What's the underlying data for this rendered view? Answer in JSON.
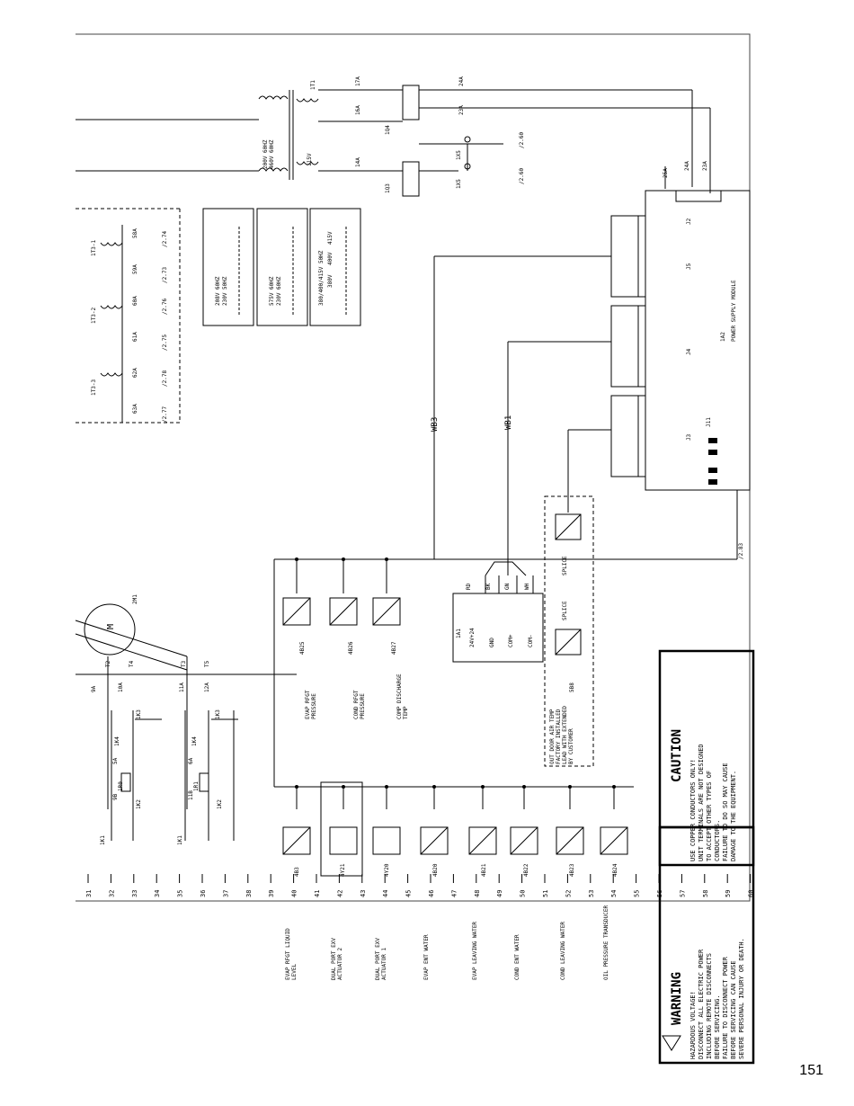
{
  "page_number": "151",
  "ruler_ticks": [
    "31",
    "32",
    "33",
    "34",
    "35",
    "36",
    "37",
    "38",
    "39",
    "40",
    "41",
    "42",
    "43",
    "44",
    "45",
    "46",
    "47",
    "48",
    "49",
    "50",
    "51",
    "52",
    "53",
    "54",
    "55",
    "56",
    "57",
    "58",
    "59",
    "60"
  ],
  "caution": {
    "title": "CAUTION",
    "lines": [
      "USE COPPER CONDUCTORS ONLY!",
      "UNIT TERMINALS ARE NOT DESIGNED",
      "TO ACCEPT OTHER TYPES OF",
      "CONDUCTORS.",
      "FAILURE TO DO SO MAY CAUSE",
      "DAMAGE TO THE EQUIPMENT."
    ]
  },
  "warning": {
    "title": "WARNING",
    "lines": [
      "HAZARDOUS VOLTAGE!",
      "DISCONNECT ALL ELECTRIC POWER",
      "INCLUDING REMOTE DISCONNECTS",
      "BEFORE SERVICING.",
      "FAILURE TO DISCONNECT POWER",
      "BEFORE SERVICING CAN CAUSE",
      "SEVERE PERSONAL INJURY OR DEATH."
    ]
  },
  "sensors": [
    {
      "label": "EVAP RFGT LIQUID",
      "label2": "LEVEL",
      "tag": "4B3"
    },
    {
      "label": "DUAL PORT EXV",
      "label2": "ACTUATOR 2",
      "tag": "4Y21"
    },
    {
      "label": "DUAL PORT EXV",
      "label2": "ACTUATOR 1",
      "tag": "4Y20"
    },
    {
      "label": "EVAP ENT WATER",
      "label2": "",
      "tag": "4B20"
    },
    {
      "label": "EVAP LEAVING WATER",
      "label2": "",
      "tag": "4B21"
    },
    {
      "label": "COND ENT WATER",
      "label2": "",
      "tag": "4B22"
    },
    {
      "label": "COND LEAVING WATER",
      "label2": "",
      "tag": "4B23"
    },
    {
      "label": "OIL PRESSURE TRANSDUCER",
      "label2": "",
      "tag": "4B24"
    }
  ],
  "upper_sensors": [
    {
      "label": "EVAP RFGT",
      "label2": "PRESSURE",
      "tag": "4B25"
    },
    {
      "label": "COND RFGT",
      "label2": "PRESSURE",
      "tag": "4B26"
    },
    {
      "label": "COMP DISCHARGE",
      "label2": "TEMP",
      "tag": "4B27"
    }
  ],
  "psm": {
    "label": "POWER SUPPLY MODULE",
    "tag": "1A2",
    "j5": "J5",
    "j4": "J4",
    "j3": "J3",
    "j2": "J2",
    "j11": "J11"
  },
  "module_1a1": {
    "tag": "1A1",
    "pins": [
      "24V+24",
      "GND",
      "COM+",
      "COM-"
    ],
    "wire_colors": [
      "RD",
      "BK",
      "GN",
      "WH"
    ]
  },
  "outdoor": {
    "lines": [
      "OUT DOOR AIR TEMP",
      "FACTORY INSTALLED",
      "LEAD WITH EXTENDED",
      "BY CUSTOMER"
    ],
    "tag": "5B8",
    "splice1": "SPLICE",
    "splice2": "SPLICE"
  },
  "wires": {
    "wb3": "WB3",
    "wb1": "WB1",
    "ref_2_83": "/2.83",
    "ref_2_60a": "/2.60",
    "ref_2_60b": "/2.60"
  },
  "transformers": {
    "t1": [
      "208V 60HZ",
      "230V 50HZ"
    ],
    "t2": [
      "575V 60HZ",
      "230V 60HZ"
    ],
    "t3": [
      "380/400/415V 50HZ"
    ],
    "t3b": [
      "380V",
      "400V",
      "415V"
    ],
    "primary": [
      "200V 60HZ",
      "460V 60HZ"
    ],
    "primary_tag": "1T1",
    "sec": "115V"
  },
  "cts": [
    {
      "tag": "1T3-1",
      "w1": "58A",
      "w2": "59A",
      "r1": "/2.74",
      "r2": "/2.73"
    },
    {
      "tag": "1T3-2",
      "w1": "60A",
      "w2": "61A",
      "r1": "/2.76",
      "r2": "/2.75"
    },
    {
      "tag": "1T3-3",
      "w1": "62A",
      "w2": "63A",
      "r1": "/2.78",
      "r2": "/2.77"
    }
  ],
  "motor": {
    "tag": "2M1",
    "t_labels": [
      "T2",
      "T4",
      "T3",
      "T5"
    ]
  },
  "contactors": {
    "k1": "1K1",
    "k2": "1K2",
    "k3": "1K3",
    "k4": "1K4",
    "r1": "1R1",
    "r0": "1R0",
    "w9a": "9A",
    "w10a": "10A",
    "w11a": "11A",
    "w12a": "12A",
    "w9b": "9B",
    "w11b": "11B",
    "w5a": "5A",
    "w6a": "6A"
  },
  "fuses": {
    "f1": "1Q4",
    "f2": "1Q3",
    "w16a": "16A",
    "w17a": "17A",
    "w14a": "14A",
    "w23a": "23A",
    "w24a": "24A",
    "w25a": "25A",
    "x1": "1X5",
    "x2": "1X5"
  }
}
